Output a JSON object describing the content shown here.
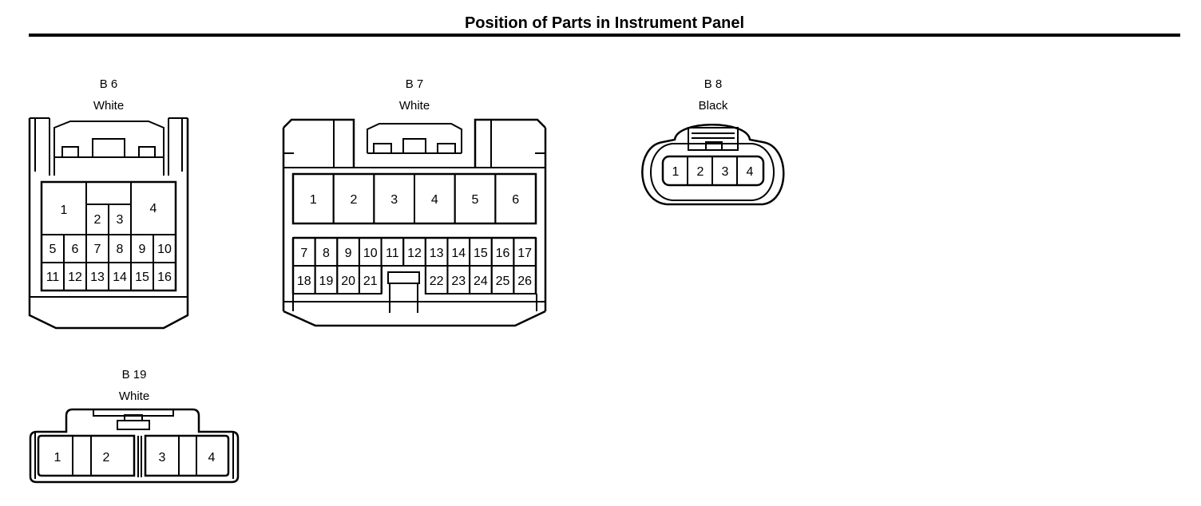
{
  "title": "Position of Parts in Instrument Panel",
  "connectors": {
    "b6": {
      "code": "B 6",
      "color": "White",
      "pins": [
        "1",
        "2",
        "3",
        "4",
        "5",
        "6",
        "7",
        "8",
        "9",
        "10",
        "11",
        "12",
        "13",
        "14",
        "15",
        "16"
      ]
    },
    "b7": {
      "code": "B 7",
      "color": "White",
      "pins": [
        "1",
        "2",
        "3",
        "4",
        "5",
        "6",
        "7",
        "8",
        "9",
        "10",
        "11",
        "12",
        "13",
        "14",
        "15",
        "16",
        "17",
        "18",
        "19",
        "20",
        "21",
        "22",
        "23",
        "24",
        "25",
        "26"
      ]
    },
    "b8": {
      "code": "B 8",
      "color": "Black",
      "pins": [
        "1",
        "2",
        "3",
        "4"
      ]
    },
    "b19": {
      "code": "B 19",
      "color": "White",
      "pins": [
        "1",
        "2",
        "3",
        "4"
      ]
    }
  }
}
